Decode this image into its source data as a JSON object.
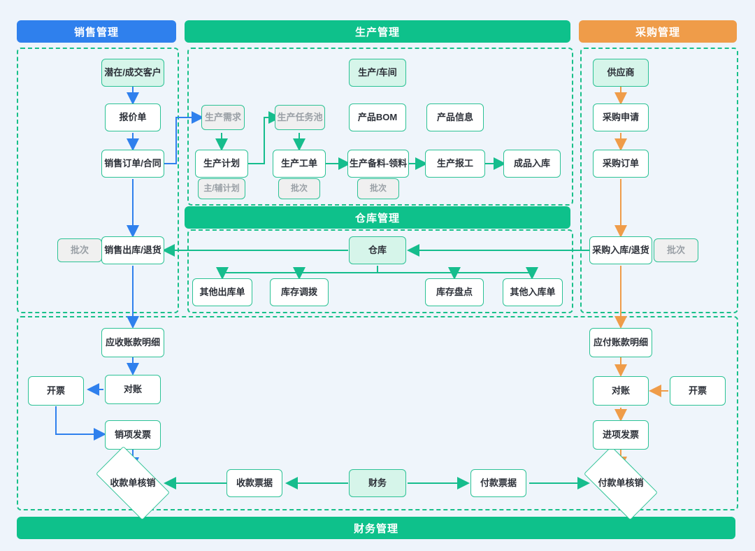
{
  "headers": [
    {
      "id": "sales",
      "label": "销售管理",
      "color": "#2f80ed"
    },
    {
      "id": "production",
      "label": "生产管理",
      "color": "#0ec18b"
    },
    {
      "id": "purchase",
      "label": "采购管理",
      "color": "#ef9c49"
    },
    {
      "id": "warehouse",
      "label": "仓库管理",
      "color": "#0ec18b"
    },
    {
      "id": "finance",
      "label": "财务管理",
      "color": "#0ec18b"
    }
  ],
  "nodes": {
    "sales": {
      "customer": "潜在/成交客户",
      "quotation": "报价单",
      "sales_order": "销售订单/合同",
      "sales_out": "销售出库/退货",
      "sales_batch": "批次"
    },
    "production": {
      "workshop": "生产/车间",
      "demand": "生产需求",
      "task_pool": "生产任务池",
      "bom": "产品BOM",
      "product_info": "产品信息",
      "plan": "生产计划",
      "work_order": "生产工单",
      "picking": "生产备料-领料",
      "report": "生产报工",
      "finished_in": "成品入库",
      "plan_tag": "主/辅计划",
      "wo_tag": "批次",
      "pick_tag": "批次"
    },
    "purchase": {
      "supplier": "供应商",
      "requisition": "采购申请",
      "po": "采购订单",
      "purchase_in": "采购入库/退货",
      "purchase_batch": "批次"
    },
    "warehouse": {
      "hub": "仓库",
      "other_out": "其他出库单",
      "transfer": "库存调拨",
      "stocktake": "库存盘点",
      "other_in": "其他入库单"
    },
    "finance": {
      "ar_detail": "应收账款明细",
      "ar_recon": "对账",
      "ar_invoice_btn": "开票",
      "output_invoice": "销项发票",
      "receipt_writeoff": "收款单核销",
      "receipt_voucher": "收款票据",
      "finance_hub": "财务",
      "payment_voucher": "付款票据",
      "payment_writeoff": "付款单核销",
      "ap_detail": "应付账款明细",
      "ap_recon": "对账",
      "ap_invoice_btn": "开票",
      "input_invoice": "进项发票"
    }
  },
  "colors": {
    "background": "#eef4fb",
    "flow_blue": "#2f80ed",
    "flow_green": "#16bd8d",
    "flow_orange": "#ef9c49",
    "node_border": "#2cc295",
    "node_fill": "#ffffff",
    "node_mint": "#d6f5ea",
    "node_muted": "#f0f0f0"
  }
}
